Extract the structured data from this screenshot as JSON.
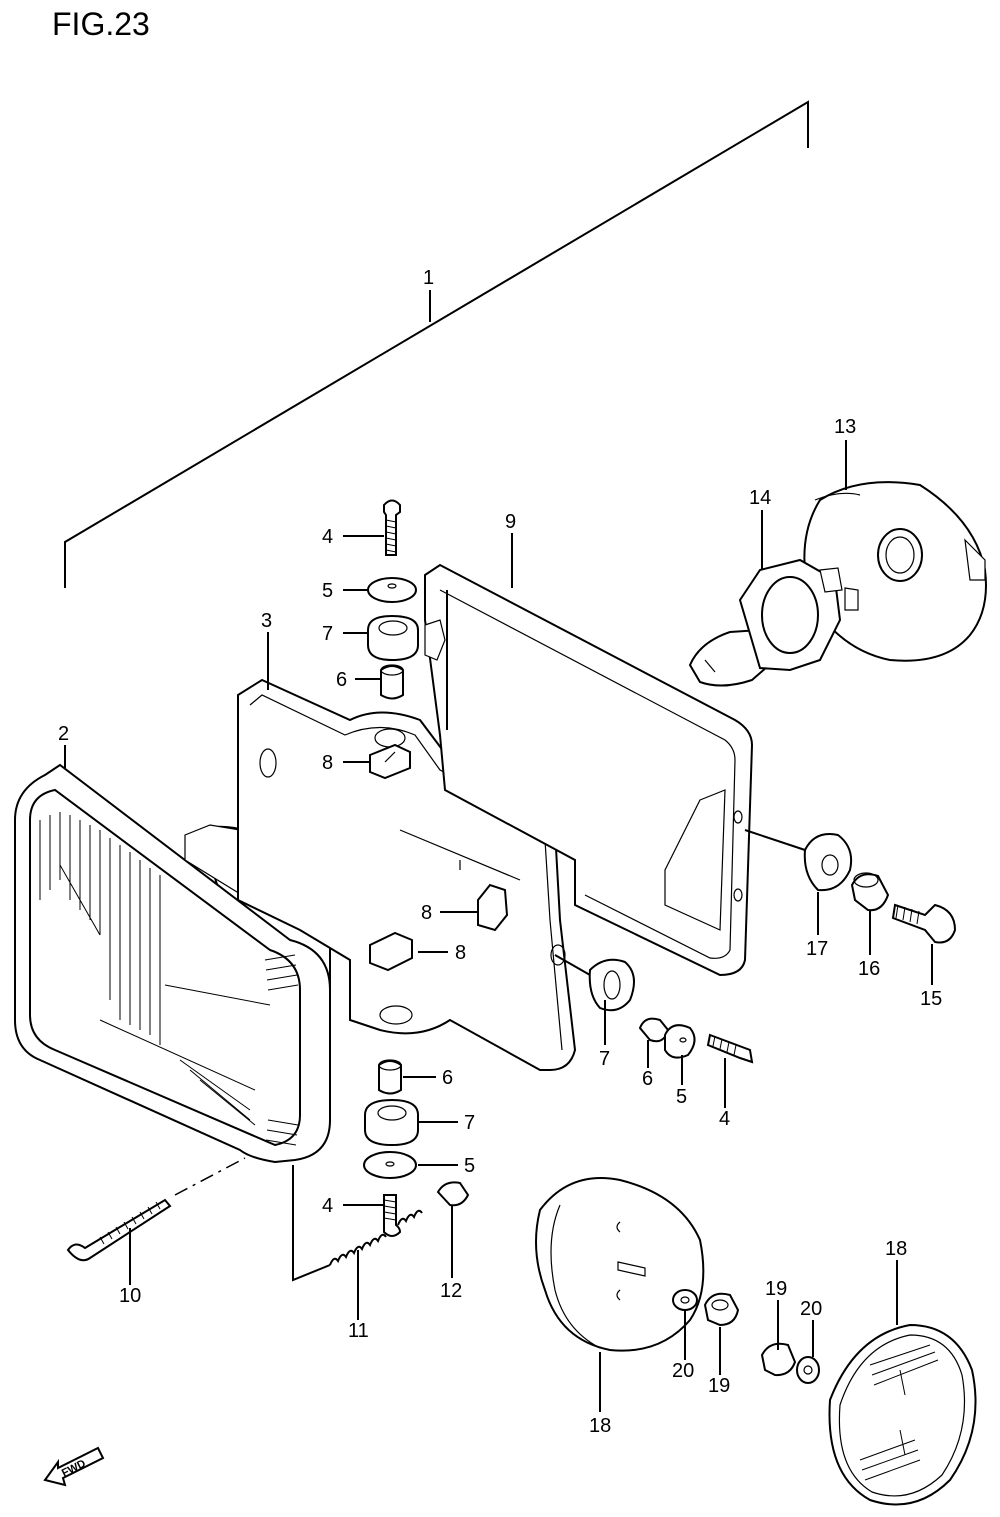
{
  "figure": {
    "title": "FIG.23",
    "fwd_label": "FWD"
  },
  "callouts": [
    {
      "id": "c1",
      "text": "1"
    },
    {
      "id": "c2",
      "text": "2"
    },
    {
      "id": "c3",
      "text": "3"
    },
    {
      "id": "c4a",
      "text": "4"
    },
    {
      "id": "c4b",
      "text": "4"
    },
    {
      "id": "c4c",
      "text": "4"
    },
    {
      "id": "c5a",
      "text": "5"
    },
    {
      "id": "c5b",
      "text": "5"
    },
    {
      "id": "c5c",
      "text": "5"
    },
    {
      "id": "c6a",
      "text": "6"
    },
    {
      "id": "c6b",
      "text": "6"
    },
    {
      "id": "c6c",
      "text": "6"
    },
    {
      "id": "c7a",
      "text": "7"
    },
    {
      "id": "c7b",
      "text": "7"
    },
    {
      "id": "c7c",
      "text": "7"
    },
    {
      "id": "c8a",
      "text": "8"
    },
    {
      "id": "c8b",
      "text": "8"
    },
    {
      "id": "c8c",
      "text": "8"
    },
    {
      "id": "c9",
      "text": "9"
    },
    {
      "id": "c10",
      "text": "10"
    },
    {
      "id": "c11",
      "text": "11"
    },
    {
      "id": "c12",
      "text": "12"
    },
    {
      "id": "c13",
      "text": "13"
    },
    {
      "id": "c14",
      "text": "14"
    },
    {
      "id": "c15",
      "text": "15"
    },
    {
      "id": "c16",
      "text": "16"
    },
    {
      "id": "c17",
      "text": "17"
    },
    {
      "id": "c18a",
      "text": "18"
    },
    {
      "id": "c18b",
      "text": "18"
    },
    {
      "id": "c19a",
      "text": "19"
    },
    {
      "id": "c19b",
      "text": "19"
    },
    {
      "id": "c20a",
      "text": "20"
    },
    {
      "id": "c20b",
      "text": "20"
    }
  ]
}
